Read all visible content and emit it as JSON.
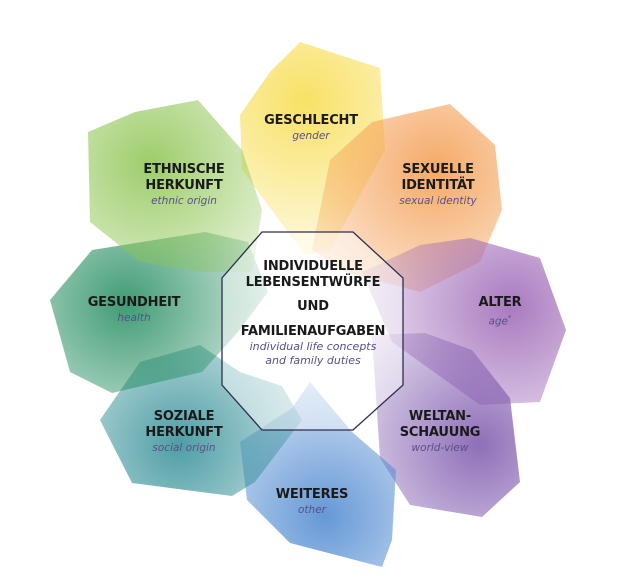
{
  "center": {
    "title_line1": "INDIVIDUELLE",
    "title_line2": "LEBENSENTWÜRFE",
    "title_line3": "UND",
    "title_line4": "FAMILIENAUFGABEN",
    "subtitle_line1": "individual life concepts",
    "subtitle_line2": "and family duties"
  },
  "petals": [
    {
      "de1": "GESCHLECHT",
      "de2": "",
      "en": "gender",
      "color": "#f7dc4a"
    },
    {
      "de1": "SEXUELLE",
      "de2": "IDENTITÄT",
      "en": "sexual identity",
      "color": "#f39a4c"
    },
    {
      "de1": "ALTER",
      "de2": "",
      "en": "age",
      "color": "#9a63b4"
    },
    {
      "de1": "WELTAN-",
      "de2": "SCHAUUNG",
      "en": "world-view",
      "color": "#7b55ab"
    },
    {
      "de1": "WEITERES",
      "de2": "",
      "en": "other",
      "color": "#4a86cf"
    },
    {
      "de1": "SOZIALE",
      "de2": "HERKUNFT",
      "en": "social origin",
      "color": "#2f8d95"
    },
    {
      "de1": "GESUNDHEIT",
      "de2": "",
      "en": "health",
      "color": "#1f8a5c"
    },
    {
      "de1": "ETHNISCHE",
      "de2": "HERKUNFT",
      "en": "ethnic origin",
      "color": "#8cc450"
    }
  ],
  "footnote_mark": "*"
}
